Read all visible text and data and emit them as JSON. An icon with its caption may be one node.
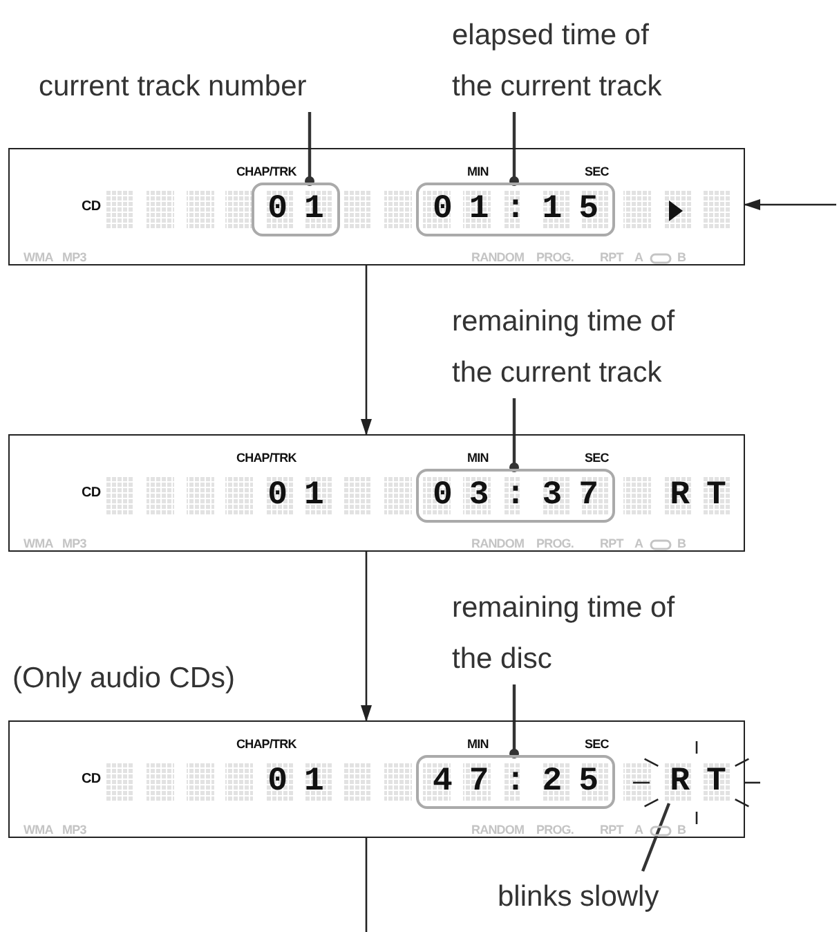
{
  "diagram": {
    "nodes": [
      {
        "text": [
          "current track number"
        ]
      },
      {
        "text": [
          "elapsed time of the current track"
        ]
      },
      {
        "text": [
          "CHAP/TRK",
          "MIN",
          "SEC",
          "CD",
          "WMA",
          "MP3",
          "RANDOM",
          "PROG.",
          "RPT",
          "A",
          "B"
        ]
      },
      {
        "text": [
          "01"
        ],
        "in": 2
      },
      {
        "text": [
          "01:15"
        ],
        "in": 2
      },
      {
        "text": [
          "remaining time of the current track"
        ]
      },
      {
        "text": [
          "CHAP/TRK",
          "MIN",
          "SEC",
          "CD",
          "01",
          "RT",
          "WMA",
          "MP3",
          "RANDOM",
          "PROG.",
          "RPT",
          "A",
          "B"
        ]
      },
      {
        "text": [
          "03:37"
        ],
        "in": 6
      },
      {
        "text": [
          "remaining time of the disc"
        ]
      },
      {
        "text": [
          "CHAP/TRK",
          "MIN",
          "SEC",
          "CD",
          "01",
          "WMA",
          "MP3",
          "RANDOM",
          "PROG.",
          "RPT",
          "A",
          "B"
        ],
        "beside": [
          "(Only audio CDs)"
        ]
      },
      {
        "text": [
          "47:25"
        ],
        "in": 9
      },
      {
        "text": [
          "RT"
        ],
        "in": 9
      },
      {
        "text": [
          "blinks slowly"
        ]
      }
    ],
    "edges": [
      {
        "from": 0,
        "to": 3,
        "arrow": "other"
      },
      {
        "from": 1,
        "to": 4,
        "arrow": "other"
      },
      {
        "from": null,
        "to": 2,
        "arrow": "to"
      },
      {
        "from": 2,
        "to": 6,
        "arrow": "to"
      },
      {
        "from": 5,
        "to": 7,
        "arrow": "other"
      },
      {
        "from": 6,
        "to": 9,
        "arrow": "to"
      },
      {
        "from": 8,
        "to": 10,
        "arrow": "other"
      },
      {
        "from": 12,
        "to": 11,
        "arrow": "none"
      },
      {
        "from": 9,
        "to": null,
        "arrow": "none"
      }
    ]
  }
}
